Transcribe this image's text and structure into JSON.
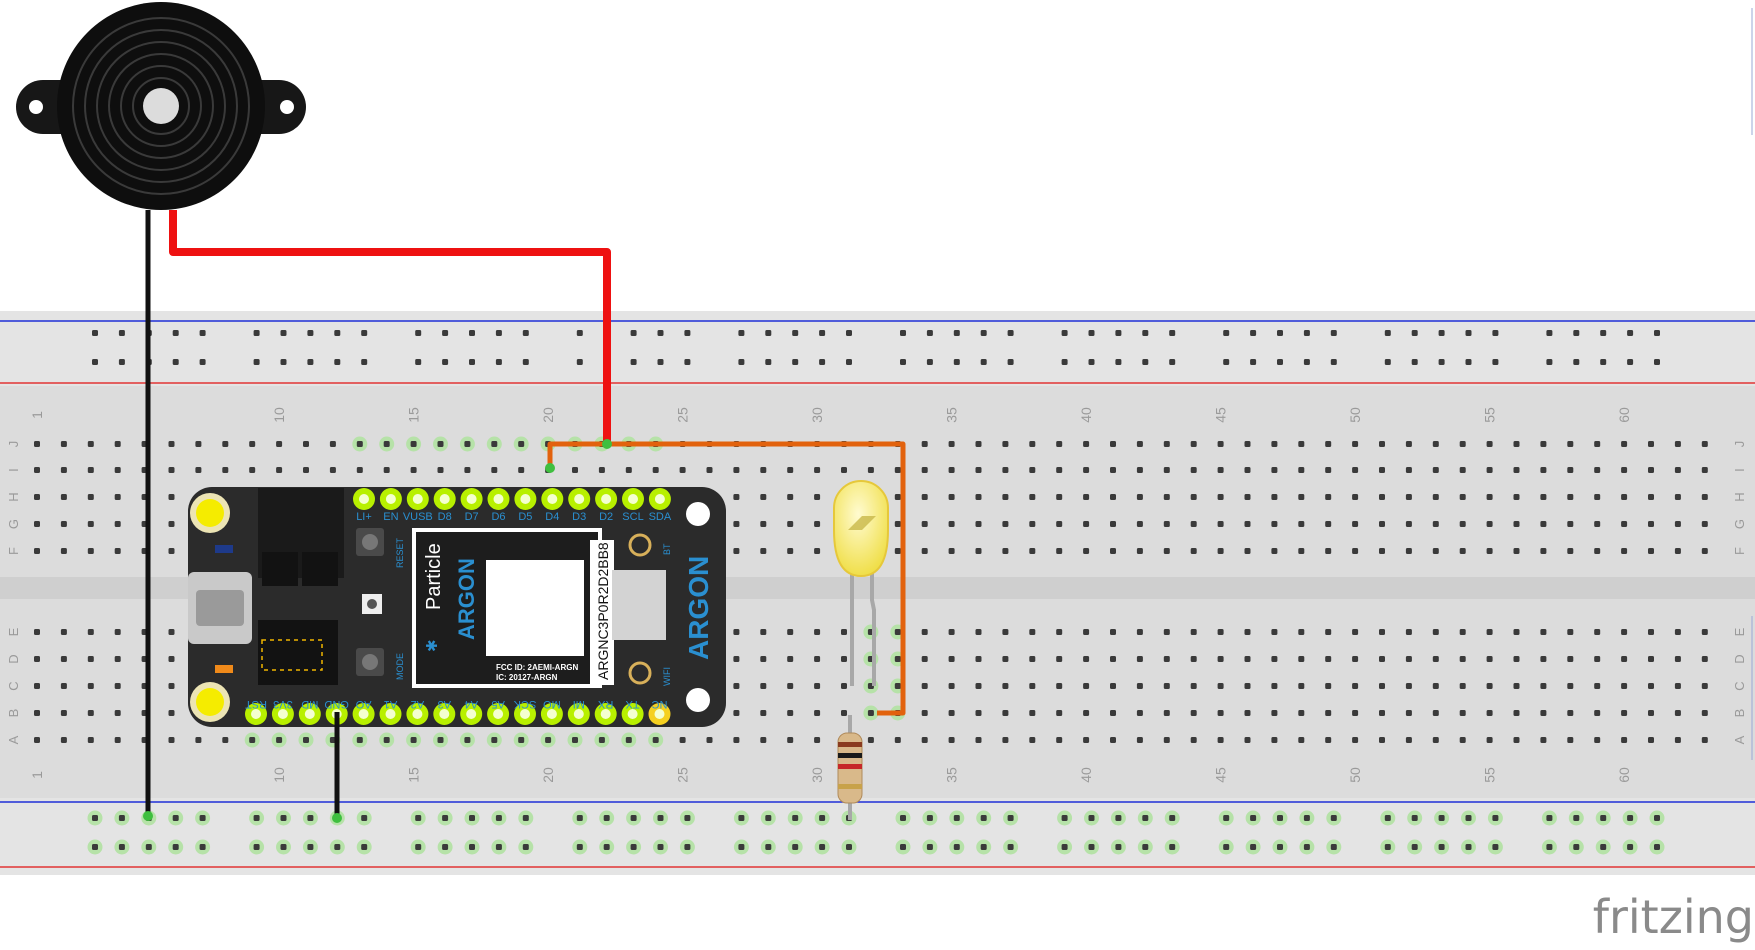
{
  "watermark": "fritzing",
  "breadboard": {
    "col_numbers": [
      "1",
      "10",
      "15",
      "20",
      "25",
      "30",
      "35",
      "40",
      "45",
      "50",
      "55",
      "60"
    ],
    "row_letters_top": [
      "J",
      "I",
      "H",
      "G",
      "F"
    ],
    "row_letters_bottom": [
      "E",
      "D",
      "C",
      "B",
      "A"
    ]
  },
  "board": {
    "brand": "Particle",
    "model": "ARGON",
    "side_label": "ARGON",
    "serial": "ARGNC3P0R2D2BB8",
    "fcc": "FCC ID: 2AEMI-ARGN",
    "ic": "IC: 20127-ARGN",
    "reset_label": "RESET",
    "mode_label": "MODE",
    "bt_label": "BT",
    "wifi_label": "WIFI",
    "top_pins": [
      "LI+",
      "EN",
      "VUSB",
      "D8",
      "D7",
      "D6",
      "D5",
      "D4",
      "D3",
      "D2",
      "SCL",
      "SDA"
    ],
    "bottom_pins": [
      "RST",
      "3V3",
      "MD",
      "GND",
      "AO",
      "A1",
      "A2",
      "A3",
      "A4",
      "A5",
      "SCK",
      "MO",
      "MI",
      "RX",
      "TX",
      "NC"
    ]
  },
  "colors": {
    "red_wire": "#ee1111",
    "black_wire": "#111111",
    "orange_wire": "#e2620d",
    "board": "#2b2b2b",
    "pin_green": "#b8f000",
    "label_blue": "#2a8fd0",
    "led_yellow": "#f5e86a"
  }
}
